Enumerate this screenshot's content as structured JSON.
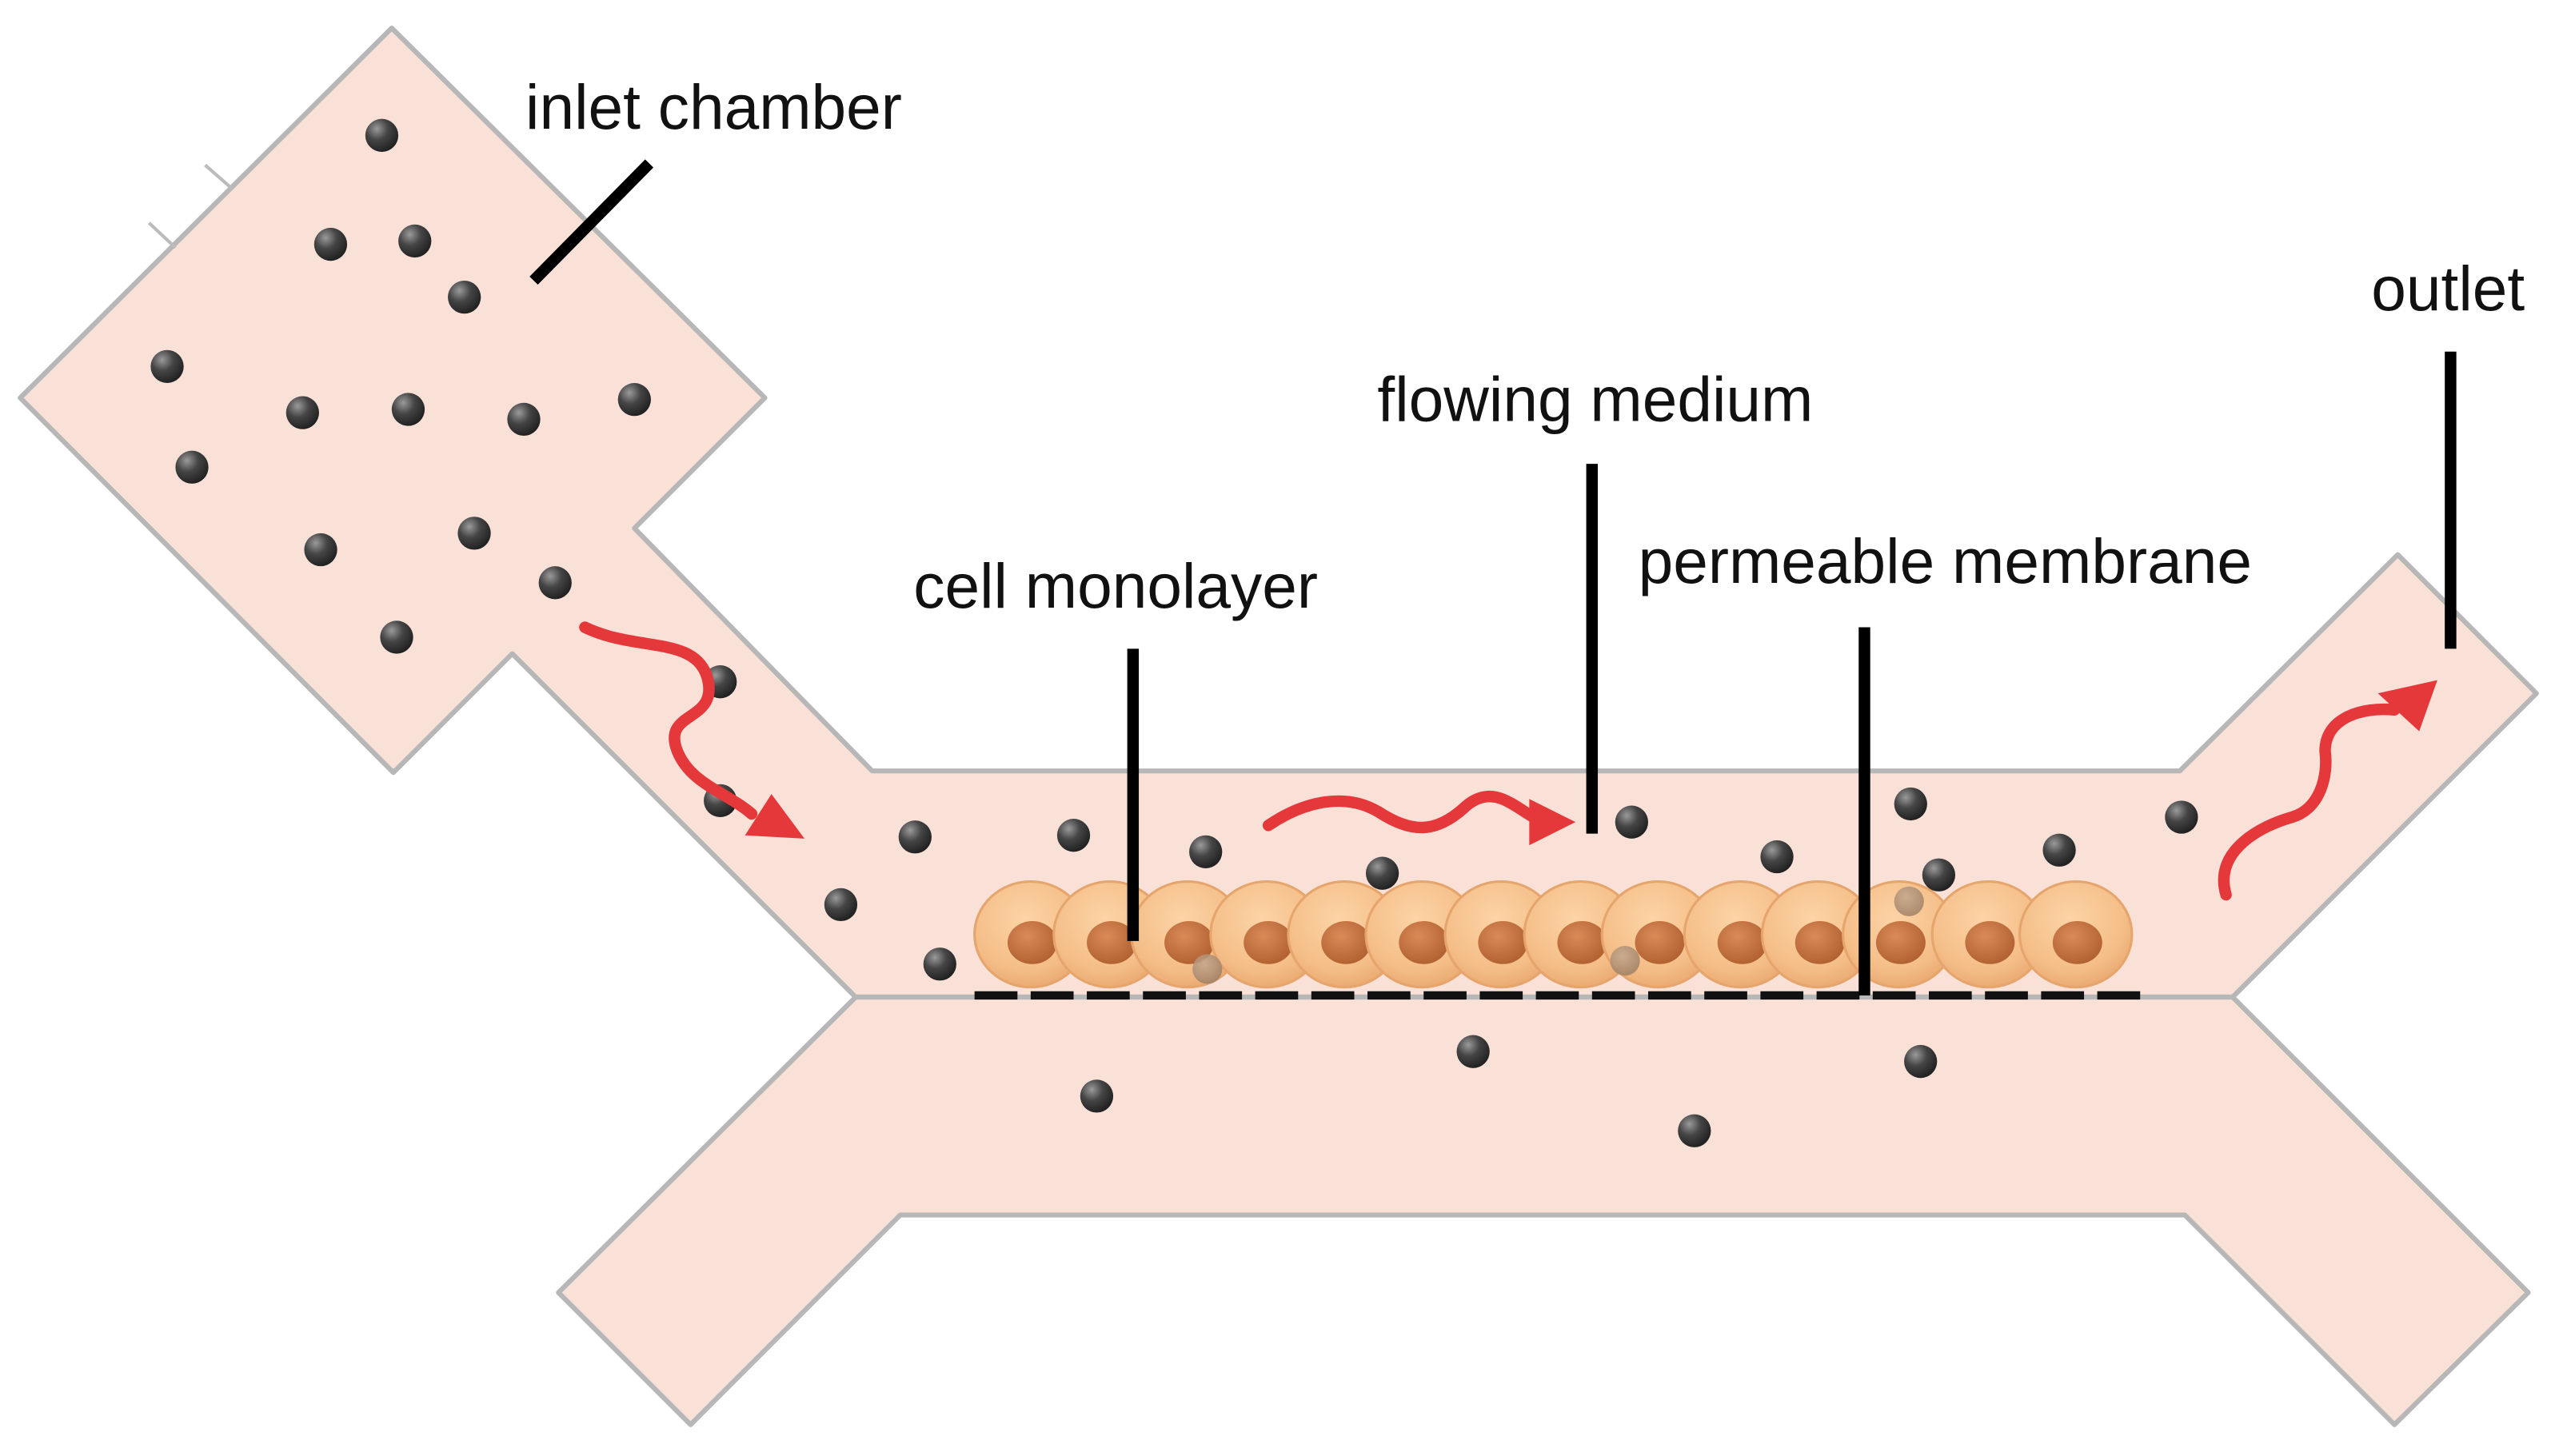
{
  "labels": {
    "inlet": "inlet chamber",
    "outlet": "outlet",
    "flowing_medium": "flowing medium",
    "cell_monolayer": "cell monolayer",
    "membrane": "permeable membrane"
  },
  "colors": {
    "channel_fill": "#f9e1d8",
    "channel_stroke": "#bbbbbb",
    "particle": "#3b3b3b",
    "cell_body": "#f2bb84",
    "cell_nucleus": "#c0703f",
    "arrow": "#e5383b",
    "membrane": "#111111",
    "leader_line": "#000000"
  },
  "icons": {
    "particle": "dark-sphere-particle",
    "cell": "epithelial-cell",
    "flow_arrow": "wavy-red-arrow"
  }
}
